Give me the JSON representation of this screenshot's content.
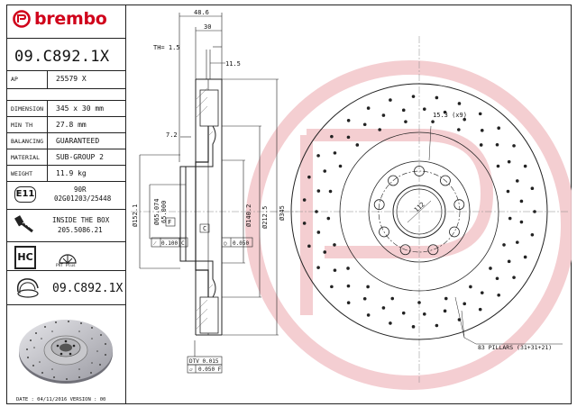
{
  "brand": {
    "name": "brembo"
  },
  "part_number": "09.C892.1X",
  "specs": [
    {
      "label": "AP",
      "value": "25579 X"
    },
    {
      "label": "DIMENSION",
      "value": "345 x 30 mm"
    },
    {
      "label": "MIN TH",
      "value": "27.8 mm"
    },
    {
      "label": "BALANCING",
      "value": "GUARANTEED"
    },
    {
      "label": "MATERIAL",
      "value": "SUB-GROUP 2"
    },
    {
      "label": "WEIGHT",
      "value": "11.9 kg"
    }
  ],
  "ece": {
    "line1": "90R",
    "line2": "02G01203/25448"
  },
  "inside_box": {
    "line1": "INSIDE THE BOX",
    "line2": "205.5086.21"
  },
  "hc_label": "HC",
  "pvt_label": "PVT Plus",
  "part_number_bottom": "09.C892.1X",
  "footer": "DATE : 04/11/2016 VERSION : 00",
  "dims": {
    "overall_width": "48.6",
    "hat_width": "30",
    "th": "TH= 1.5",
    "offset": "11.5",
    "flange": "7.2",
    "d152": "Ø152.1",
    "d65074": "Ø65.074",
    "d65000": "65.000",
    "d140": "Ø140.2",
    "d212": "Ø212.5",
    "d345": "Ø345",
    "f": "F",
    "c": "C",
    "tol_f": "0.100",
    "tol_f_ref": "C",
    "tol_c": "0.050",
    "hole_dia": "15.3 (x9)",
    "pcd": "112",
    "pillars": "83 PILLARS (31+31+21)",
    "dtv": "DTV 0.015",
    "flat": "0.050 F"
  }
}
